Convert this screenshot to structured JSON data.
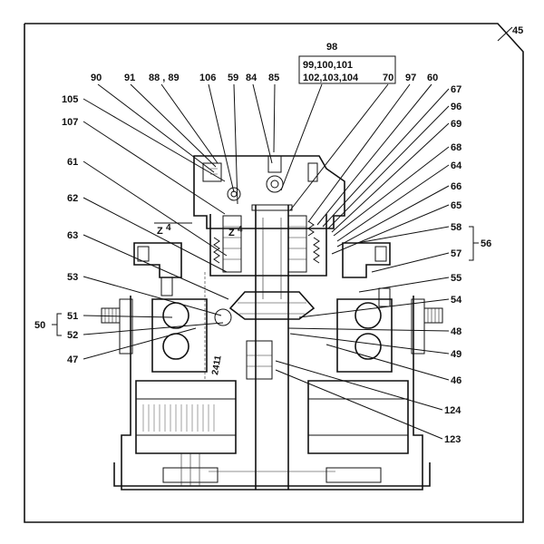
{
  "diagram": {
    "callouts": [
      {
        "id": "45",
        "text": "45"
      },
      {
        "id": "98",
        "text": "98"
      },
      {
        "id": "98a",
        "text": "99,100,101"
      },
      {
        "id": "98b",
        "text": "102,103,104"
      },
      {
        "id": "90",
        "text": "90"
      },
      {
        "id": "91",
        "text": "91"
      },
      {
        "id": "88-89",
        "text": "88 , 89"
      },
      {
        "id": "106",
        "text": "106"
      },
      {
        "id": "59",
        "text": "59"
      },
      {
        "id": "84",
        "text": "84"
      },
      {
        "id": "85",
        "text": "85"
      },
      {
        "id": "70",
        "text": "70"
      },
      {
        "id": "97",
        "text": "97"
      },
      {
        "id": "60",
        "text": "60"
      },
      {
        "id": "67",
        "text": "67"
      },
      {
        "id": "105",
        "text": "105"
      },
      {
        "id": "96",
        "text": "96"
      },
      {
        "id": "107",
        "text": "107"
      },
      {
        "id": "69",
        "text": "69"
      },
      {
        "id": "68",
        "text": "68"
      },
      {
        "id": "61",
        "text": "61"
      },
      {
        "id": "64",
        "text": "64"
      },
      {
        "id": "66",
        "text": "66"
      },
      {
        "id": "62",
        "text": "62"
      },
      {
        "id": "65",
        "text": "65"
      },
      {
        "id": "58",
        "text": "58"
      },
      {
        "id": "56",
        "text": "56"
      },
      {
        "id": "63",
        "text": "63"
      },
      {
        "id": "57",
        "text": "57"
      },
      {
        "id": "53",
        "text": "53"
      },
      {
        "id": "55",
        "text": "55"
      },
      {
        "id": "54",
        "text": "54"
      },
      {
        "id": "51",
        "text": "51"
      },
      {
        "id": "50",
        "text": "50"
      },
      {
        "id": "52",
        "text": "52"
      },
      {
        "id": "48",
        "text": "48"
      },
      {
        "id": "47",
        "text": "47"
      },
      {
        "id": "49",
        "text": "49"
      },
      {
        "id": "46",
        "text": "46"
      },
      {
        "id": "124",
        "text": "124"
      },
      {
        "id": "123",
        "text": "123"
      }
    ],
    "inset_marks": {
      "z_view_left": "Z",
      "z_arrow_num": "4",
      "z_center": "Z",
      "z_center_num": "4",
      "stamp": "2411"
    }
  }
}
